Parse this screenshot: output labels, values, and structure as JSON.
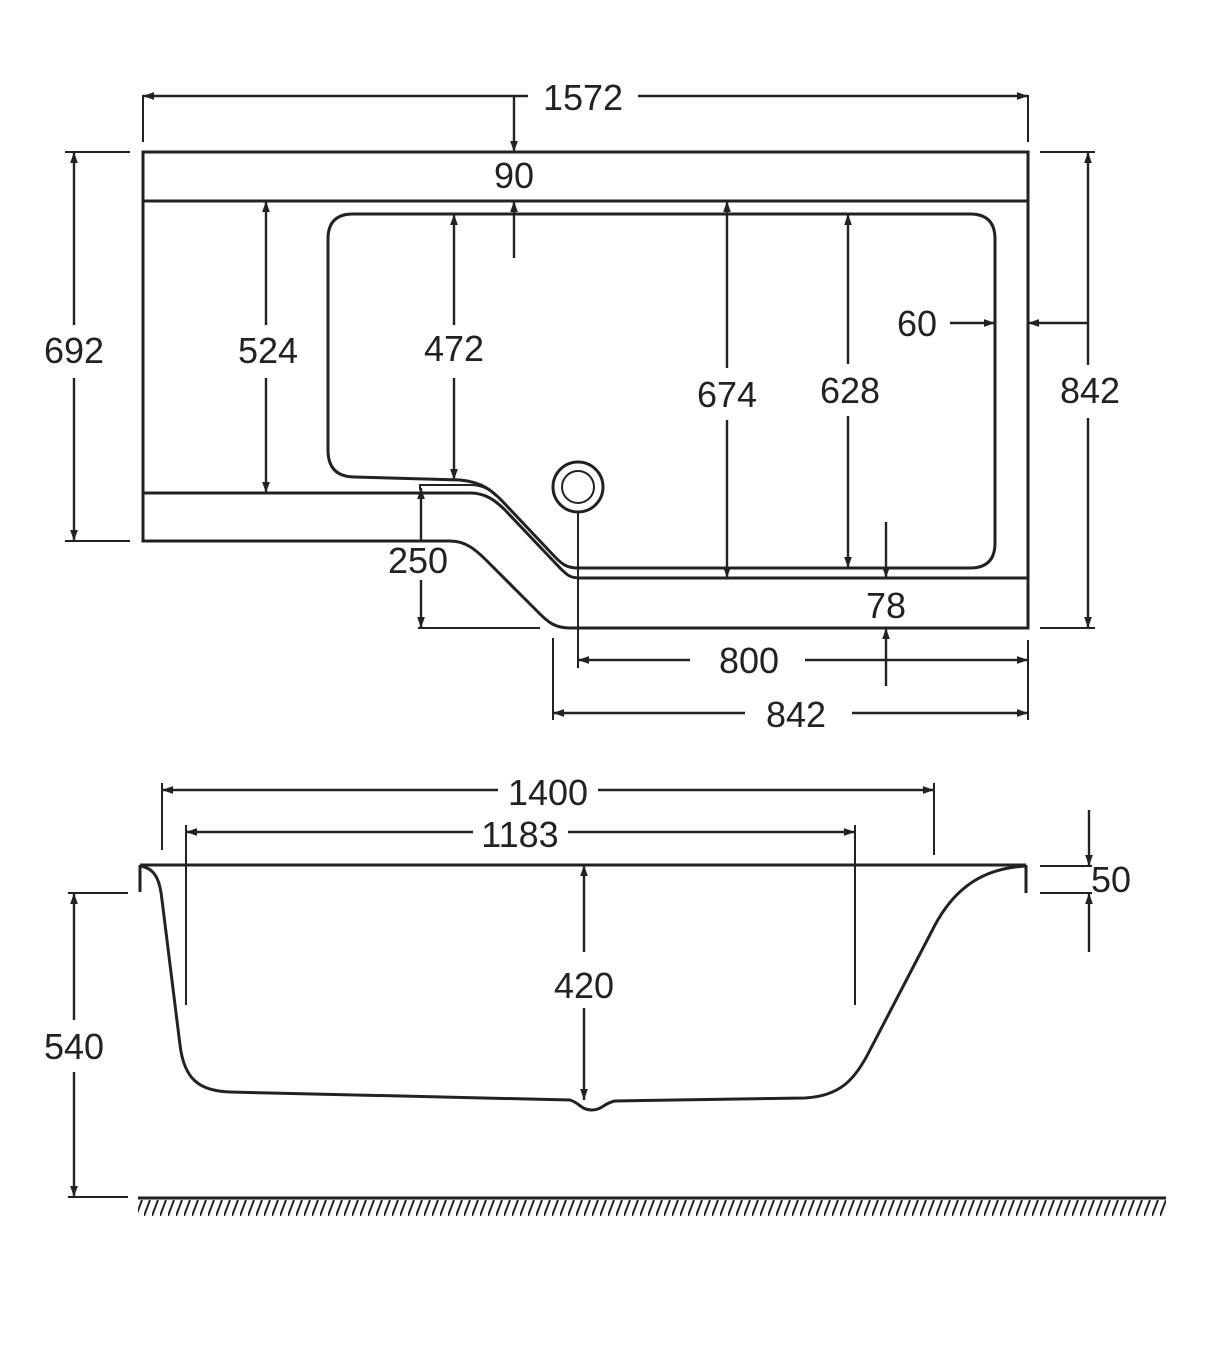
{
  "colors": {
    "ink": "#222222",
    "background": "#ffffff"
  },
  "plan": {
    "overall_length": "1572",
    "overall_width_right": "842",
    "width_left": "692",
    "deck_width": "90",
    "interior_width_left": "524",
    "basin_width_left": "472",
    "interior_width_right": "674",
    "basin_width_right": "628",
    "side_rim": "60",
    "front_rim": "78",
    "step_depth": "250",
    "basin_length_right": "800",
    "length_right": "842"
  },
  "elevation": {
    "rim_length": "1400",
    "bottom_length": "1183",
    "depth": "420",
    "height": "540",
    "rim_height": "50"
  }
}
